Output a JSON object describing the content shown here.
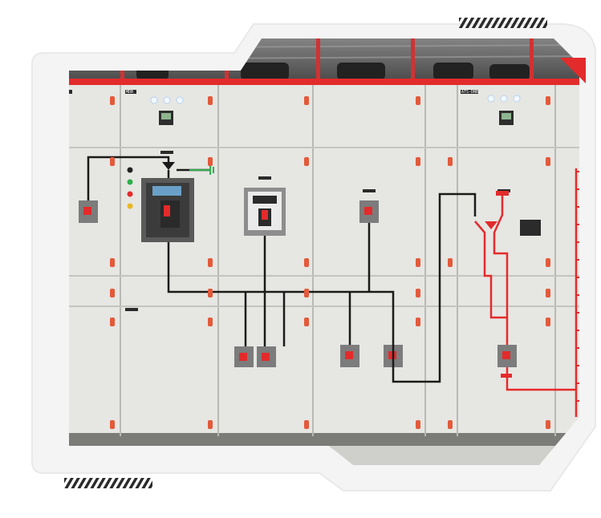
{
  "scene": {
    "subject": "low-voltage-switchgear-panel",
    "frame_shape": "octagonal-cut-corner",
    "colors": {
      "frame_outline": "#eeeeee",
      "panel_body": "#e6e6e3",
      "panel_shadow": "#c9c9c5",
      "bus_line": "#1a1a1a",
      "accent_red": "#e32b2b",
      "ceiling_dark": "#6a6a6a",
      "indicator_light": "#e8f4ff",
      "stripe": "#2b2b2b"
    },
    "decor": {
      "top_right_stripes": "diagonal-stripe-icon",
      "bottom_left_stripes": "diagonal-stripe-icon",
      "corner_triangle": "red-triangle-icon"
    }
  },
  "labels": {
    "cabinet_1": "",
    "cabinet_2": "MDB",
    "cabinet_5": "ATS-DNB"
  }
}
